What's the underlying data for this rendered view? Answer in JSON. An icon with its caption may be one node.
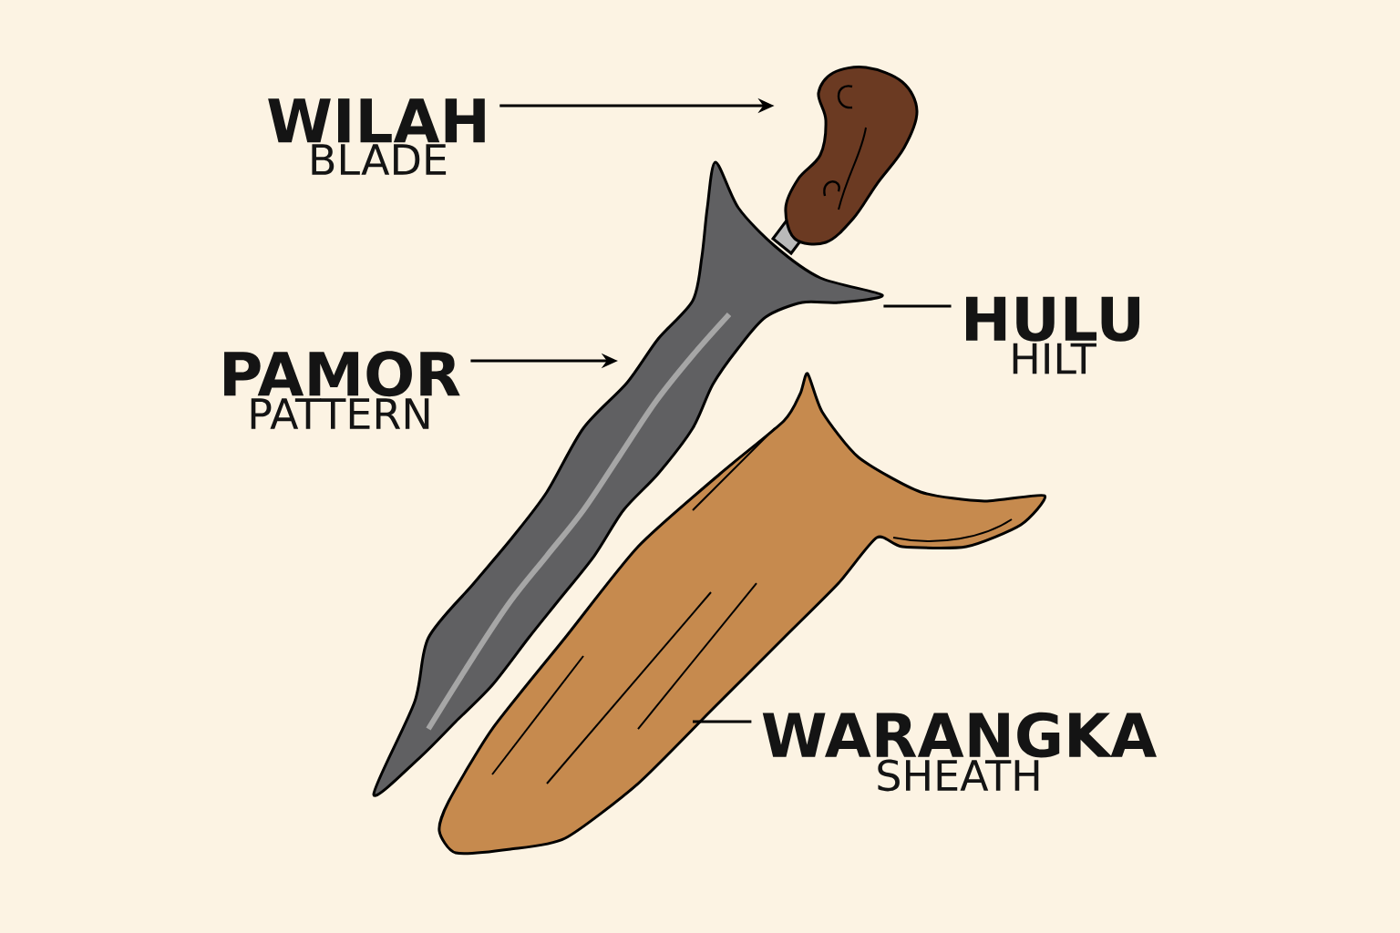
{
  "diagram": {
    "nodes": [
      {
        "text": [
          "WILAH",
          "BLADE"
        ]
      },
      {
        "text": [],
        "shape": "picture"
      },
      {
        "text": [
          "PAMOR",
          "PATTERN"
        ]
      },
      {
        "text": [],
        "shape": "picture"
      },
      {
        "text": [
          "HULU",
          "HILT"
        ]
      },
      {
        "text": [
          "WARANGKA",
          "SHEATH"
        ]
      },
      {
        "text": [],
        "shape": "picture"
      }
    ],
    "edges": [
      {
        "from": 0,
        "to": 1,
        "arrow": "to"
      },
      {
        "from": 2,
        "to": 3,
        "arrow": "to"
      },
      {
        "from": 4,
        "to": 3,
        "arrow": "none"
      },
      {
        "from": 5,
        "to": 6,
        "arrow": "none"
      }
    ]
  }
}
